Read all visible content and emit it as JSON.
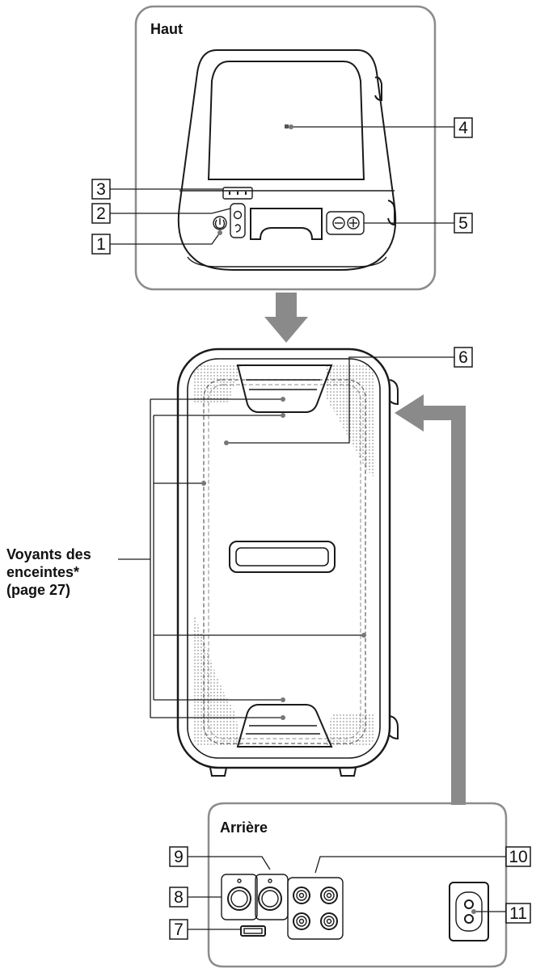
{
  "panels": {
    "top": "Haut",
    "rear": "Arrière"
  },
  "indicator_note": {
    "line1": "Voyants des",
    "line2": "enceintes*",
    "line3": "(page 27)"
  },
  "callouts": [
    "1",
    "2",
    "3",
    "4",
    "5",
    "6",
    "7",
    "8",
    "9",
    "10",
    "11"
  ],
  "colors": {
    "frame": "#8c8c8c",
    "arrow": "#8a8a8a",
    "line": "#1a1a1a"
  }
}
